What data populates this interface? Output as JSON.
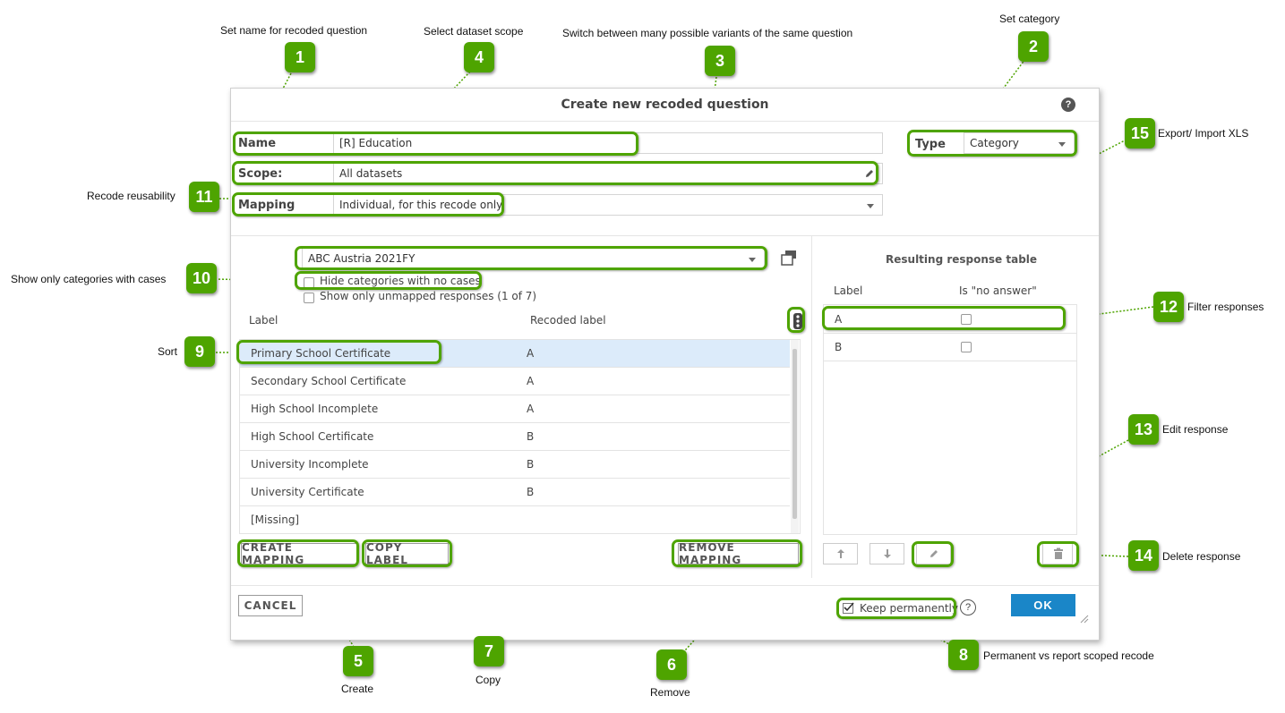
{
  "annotations": [
    {
      "num": "1",
      "text": "Set name for recoded question"
    },
    {
      "num": "2",
      "text": "Set category"
    },
    {
      "num": "3",
      "text": "Switch between many possible variants of the same question"
    },
    {
      "num": "4",
      "text": "Select dataset scope"
    },
    {
      "num": "5",
      "text": "Create"
    },
    {
      "num": "6",
      "text": "Remove"
    },
    {
      "num": "7",
      "text": "Copy"
    },
    {
      "num": "8",
      "text": "Permanent vs report scoped recode"
    },
    {
      "num": "9",
      "text": "Sort"
    },
    {
      "num": "10",
      "text": "Show only categories with cases"
    },
    {
      "num": "11",
      "text": "Recode reusability"
    },
    {
      "num": "12",
      "text": "Filter responses"
    },
    {
      "num": "13",
      "text": "Edit response"
    },
    {
      "num": "14",
      "text": "Delete response"
    },
    {
      "num": "15",
      "text": "Export/ Import XLS"
    }
  ],
  "dialog": {
    "title": "Create new recoded question",
    "help_glyph": "?",
    "name_label": "Name",
    "name_value": "[R] Education",
    "type_label": "Type",
    "type_value": "Category",
    "scope_label": "Scope:",
    "scope_value": "All datasets",
    "mapping_label": "Mapping",
    "mapping_value": "Individual, for this recode only",
    "variant_value": "ABC Austria 2021FY",
    "hide_empty_label": "Hide categories with no cases",
    "unmapped_label": "Show only unmapped responses (1 of 7)",
    "col_label": "Label",
    "col_recoded": "Recoded label",
    "rows": [
      {
        "label": "Primary School Certificate",
        "recoded": "A"
      },
      {
        "label": "Secondary School Certificate",
        "recoded": "A"
      },
      {
        "label": "High School Incomplete",
        "recoded": "A"
      },
      {
        "label": "High School Certificate",
        "recoded": "B"
      },
      {
        "label": "University Incomplete",
        "recoded": "B"
      },
      {
        "label": "University Certificate",
        "recoded": "B"
      },
      {
        "label": "[Missing]",
        "recoded": ""
      }
    ],
    "create_mapping": "CREATE MAPPING",
    "copy_label": "COPY LABEL",
    "remove_mapping": "REMOVE MAPPING",
    "result_title": "Resulting response table",
    "result_col_label": "Label",
    "result_col_noanswer": "Is \"no answer\"",
    "result_rows": [
      {
        "label": "A"
      },
      {
        "label": "B"
      }
    ],
    "cancel": "CANCEL",
    "keep_permanently": "Keep permanently",
    "ok": "OK"
  },
  "colors": {
    "accent_green": "#4ea400",
    "ok_blue": "#1a86c8",
    "selected_row": "#dcebfa"
  }
}
